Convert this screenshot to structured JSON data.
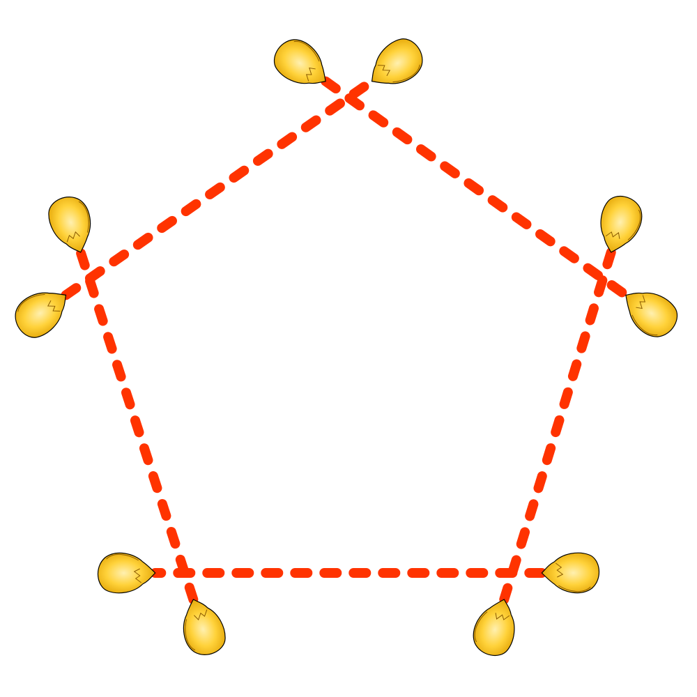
{
  "diagram": {
    "shape": "pentagon",
    "node_count": 5,
    "lobes_per_node": 2,
    "colors": {
      "background": "#ffffff",
      "tether": "#ff3300",
      "lobe_fill_light": "#fff0b0",
      "lobe_fill_mid": "#ffd23a",
      "lobe_fill_dark": "#e0a000",
      "lobe_outline": "#000000"
    },
    "icon": "yellow-orbital-lobe-icon",
    "tether_style": "dashed"
  }
}
